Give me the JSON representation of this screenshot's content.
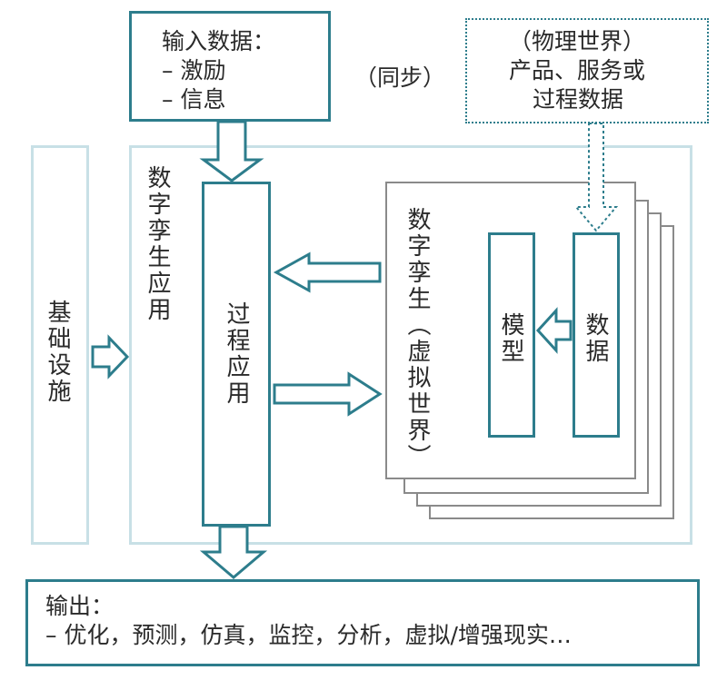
{
  "input": {
    "title": "输入数据：",
    "items": [
      "– 激励",
      "– 信息"
    ]
  },
  "sync_label": "（同步）",
  "physical": {
    "line1": "（物理世界）",
    "line2": "产品、服务或",
    "line3": "过程数据"
  },
  "infrastructure": "基础设施",
  "app_label": "数字孪生应用",
  "process_app": "过程应用",
  "twin_label": "数字孪生（虚拟世界）",
  "model": "模型",
  "data": "数据",
  "output": {
    "title": "输出：",
    "items": "– 优化，预测，仿真，监控，分析，虚拟/增强现实…"
  },
  "colors": {
    "accent": "#2d7d8c",
    "pale": "#c8e0e6",
    "frame": "#8a8a8a"
  }
}
